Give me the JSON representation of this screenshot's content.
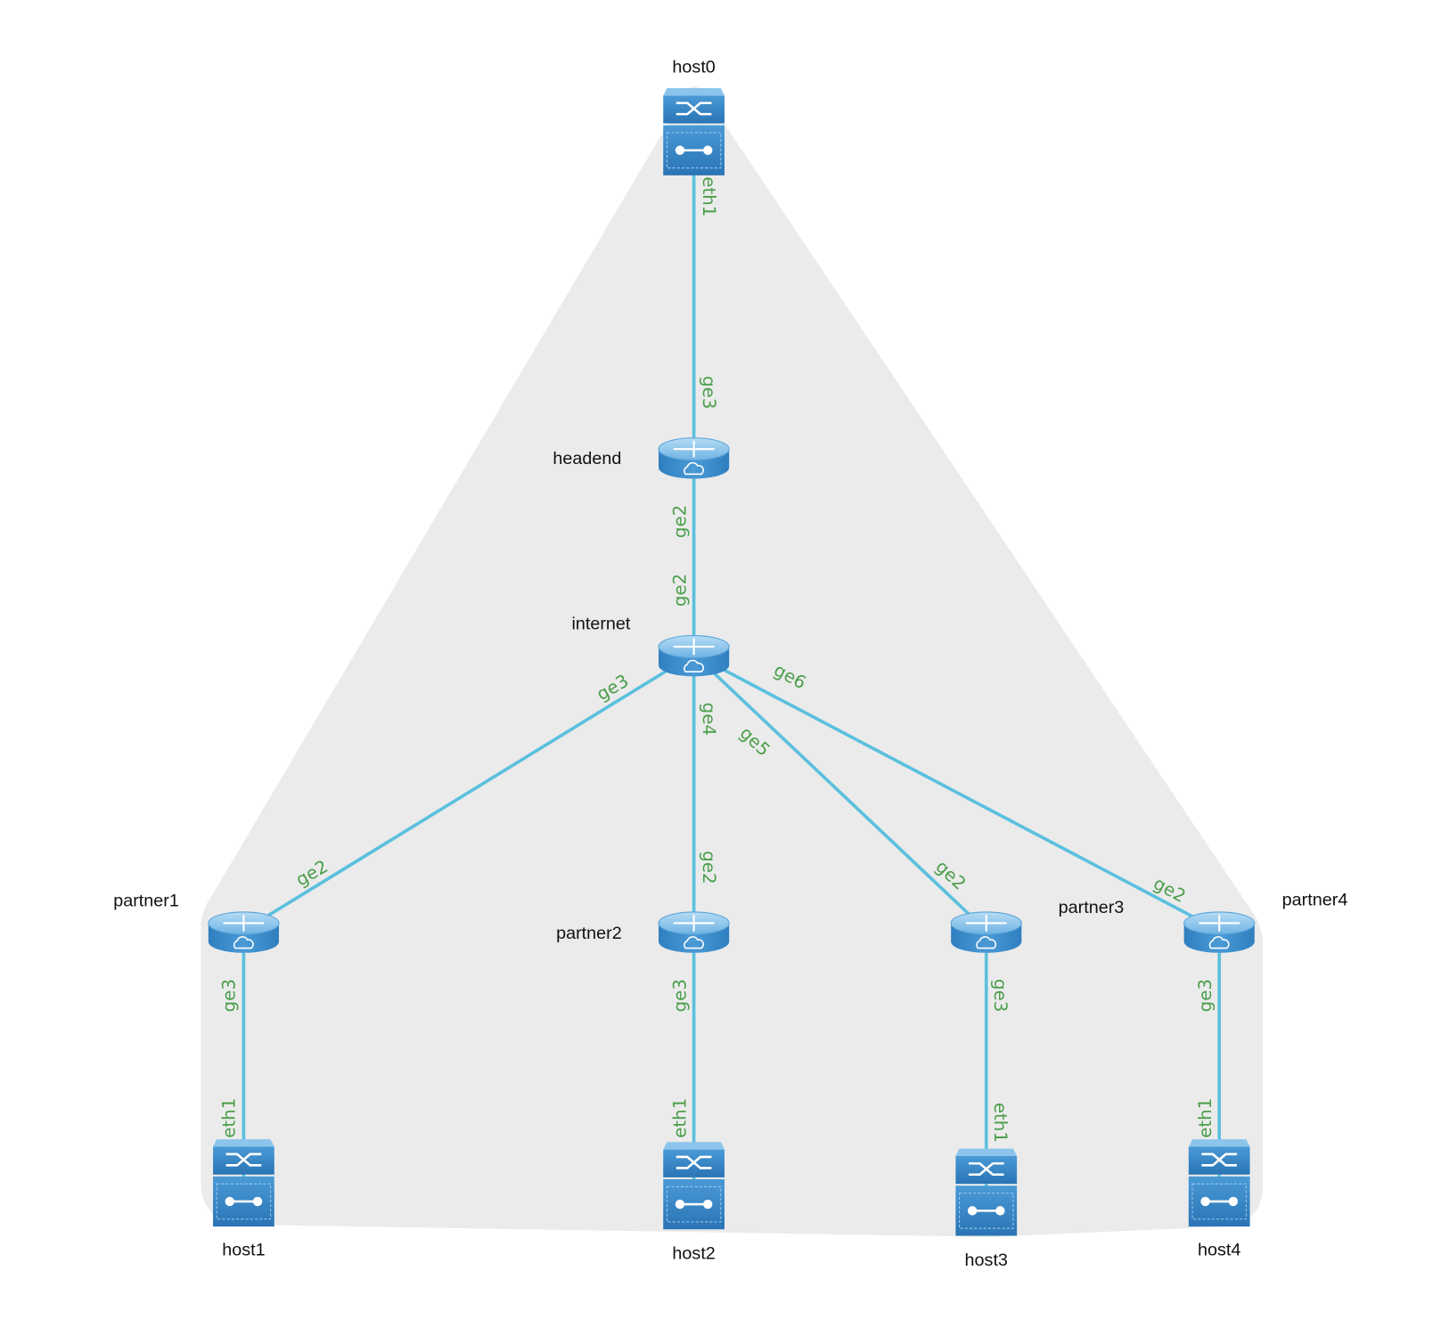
{
  "colors": {
    "link": "#5bc0de",
    "interface_label": "#4a9e4a",
    "group_fill": "#ebebeb",
    "device": "#3a8cc9"
  },
  "nodes": [
    {
      "id": "host0",
      "label": "host0",
      "icon": "switch-icon"
    },
    {
      "id": "headend",
      "label": "headend",
      "icon": "router-icon"
    },
    {
      "id": "internet",
      "label": "internet",
      "icon": "router-icon"
    },
    {
      "id": "partner1",
      "label": "partner1",
      "icon": "router-icon"
    },
    {
      "id": "partner2",
      "label": "partner2",
      "icon": "router-icon"
    },
    {
      "id": "partner3",
      "label": "partner3",
      "icon": "router-icon"
    },
    {
      "id": "partner4",
      "label": "partner4",
      "icon": "router-icon"
    },
    {
      "id": "host1",
      "label": "host1",
      "icon": "switch-icon"
    },
    {
      "id": "host2",
      "label": "host2",
      "icon": "switch-icon"
    },
    {
      "id": "host3",
      "label": "host3",
      "icon": "switch-icon"
    },
    {
      "id": "host4",
      "label": "host4",
      "icon": "switch-icon"
    }
  ],
  "links": [
    {
      "a": "host0",
      "a_if": "eth1",
      "b": "headend",
      "b_if": "ge3"
    },
    {
      "a": "headend",
      "a_if": "ge2",
      "b": "internet",
      "b_if": "ge2"
    },
    {
      "a": "internet",
      "a_if": "ge3",
      "b": "partner1",
      "b_if": "ge2"
    },
    {
      "a": "internet",
      "a_if": "ge4",
      "b": "partner2",
      "b_if": "ge2"
    },
    {
      "a": "internet",
      "a_if": "ge5",
      "b": "partner3",
      "b_if": "ge2"
    },
    {
      "a": "internet",
      "a_if": "ge6",
      "b": "partner4",
      "b_if": "ge2"
    },
    {
      "a": "partner1",
      "a_if": "ge3",
      "b": "host1",
      "b_if": "eth1"
    },
    {
      "a": "partner2",
      "a_if": "ge3",
      "b": "host2",
      "b_if": "eth1"
    },
    {
      "a": "partner3",
      "a_if": "ge3",
      "b": "host3",
      "b_if": "eth1"
    },
    {
      "a": "partner4",
      "a_if": "ge3",
      "b": "host4",
      "b_if": "eth1"
    }
  ]
}
